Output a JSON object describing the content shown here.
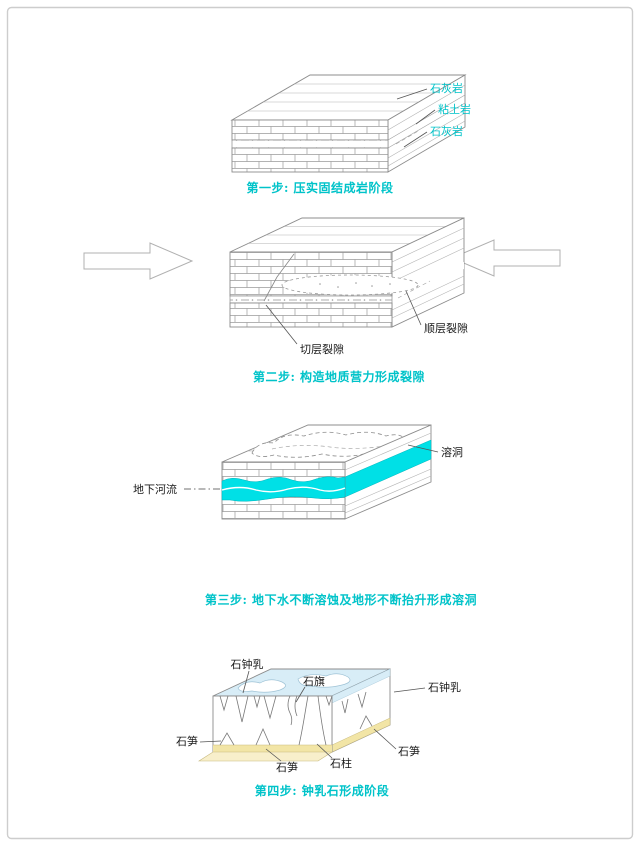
{
  "colors": {
    "accent": "#00c3c9",
    "water": "#00e0e6",
    "cave_top": "#d8edf7",
    "cave_floor": "#f2e5a6",
    "frame": "#cdcdcd"
  },
  "steps": {
    "step1": {
      "caption": "第一步: 压实固结成岩阶段",
      "labels": {
        "limestone_top": "石灰岩",
        "claystone": "粘土岩",
        "limestone_bottom": "石灰岩"
      }
    },
    "step2": {
      "caption": "第二步: 构造地质营力形成裂隙",
      "labels": {
        "cross_layer_crack": "切层裂隙",
        "bedding_crack": "顺层裂隙"
      }
    },
    "step3": {
      "caption": "第三步: 地下水不断溶蚀及地形不断抬升形成溶洞",
      "labels": {
        "underground_river": "地下河流",
        "cave": "溶洞"
      }
    },
    "step4": {
      "caption": "第四步: 钟乳石形成阶段",
      "labels": {
        "stalactite_left": "石钟乳",
        "stone_flag": "石旗",
        "stalactite_right": "石钟乳",
        "stalagmite_left": "石笋",
        "stalagmite_bottom": "石笋",
        "stone_column": "石柱",
        "stalagmite_right": "石笋"
      }
    }
  }
}
